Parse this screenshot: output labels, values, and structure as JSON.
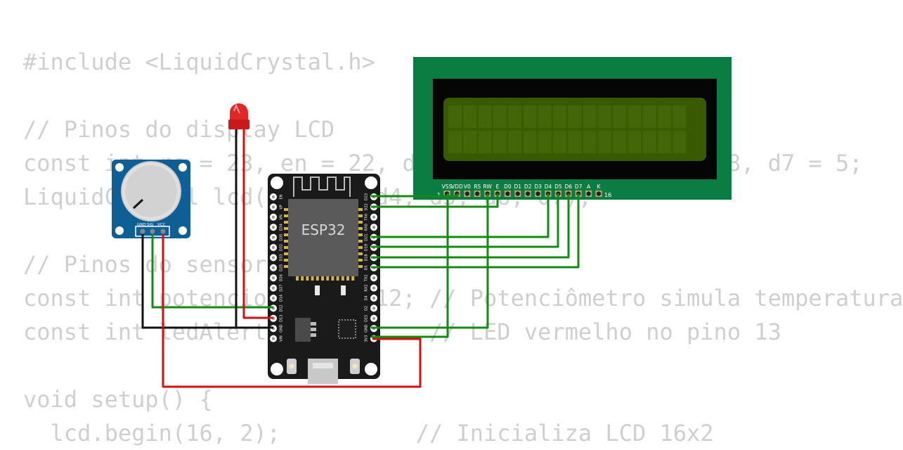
{
  "code_lines": [
    "#include <LiquidCrystal.h>",
    "",
    "// Pinos do display LCD",
    "const int rs = 23, en = 22, d4 = 21, d5 = 19, d6 = 18, d7 = 5;",
    "LiquidCrystal lcd(rs, en, d4, d5, d6, d7);",
    "",
    "// Pinos do sensor",
    "const int potenciometro = 12; // Potenciômetro simula temperatura",
    "const int ledAlerta = 13;     // LED vermelho no pino 13",
    "",
    "void setup() {",
    "  lcd.begin(16, 2);          // Inicializa LCD 16x2"
  ],
  "esp32": {
    "label": "ESP32",
    "left_pins": [
      "EN",
      "VP",
      "VN",
      "D34",
      "D35",
      "D32",
      "D33",
      "D25",
      "D26",
      "D27",
      "D14",
      "D12",
      "D13",
      "GND",
      "VIN"
    ],
    "right_pins": [
      "D23",
      "D22",
      "TX0",
      "RX0",
      "D21",
      "D19",
      "D18",
      "D5",
      "TX2",
      "RX2",
      "D4",
      "D2",
      "D15",
      "GND",
      "3V3"
    ]
  },
  "potentiometer": {
    "pin_labels": [
      "GND",
      "SIG",
      "VCC"
    ]
  },
  "lcd": {
    "pin_labels": [
      "VSS",
      "VDD",
      "V0",
      "RS",
      "RW",
      "E",
      "D0",
      "D1",
      "D2",
      "D3",
      "D4",
      "D5",
      "D6",
      "D7",
      "A",
      "K"
    ],
    "pin_first": "1",
    "pin_last": "16"
  },
  "colors": {
    "wire_green": "#138a13",
    "wire_red": "#d40f0f",
    "wire_black": "#111111",
    "lcd_board": "#0b7d42",
    "lcd_screen": "#3a5a00",
    "pot_board": "#0e5f95",
    "esp32_board": "#1a1a1a",
    "code_text": "#cfcfcf"
  }
}
